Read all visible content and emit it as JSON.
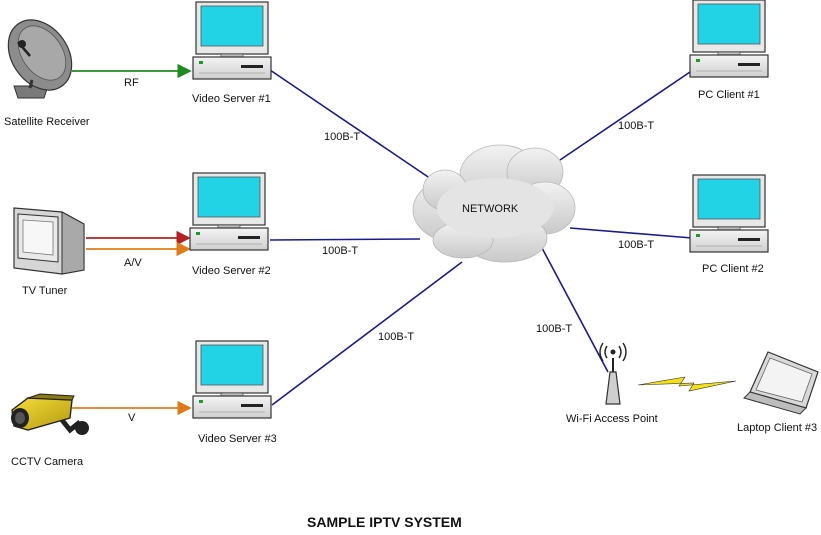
{
  "title": "SAMPLE IPTV SYSTEM",
  "network": {
    "label": "NETWORK"
  },
  "sources": {
    "satellite": "Satellite Receiver",
    "tv_tuner": "TV Tuner",
    "cctv": "CCTV Camera"
  },
  "servers": {
    "s1": "Video Server #1",
    "s2": "Video Server #2",
    "s3": "Video Server #3"
  },
  "clients": {
    "pc1": "PC Client #1",
    "pc2": "PC Client #2",
    "laptop3": "Laptop Client #3",
    "wifi_ap": "Wi-Fi Access Point"
  },
  "signals": {
    "rf": "RF",
    "av": "A/V",
    "v": "V"
  },
  "links": {
    "s1_net": "100B-T",
    "s2_net": "100B-T",
    "s3_net": "100B-T",
    "net_pc1": "100B-T",
    "net_pc2": "100B-T",
    "net_ap": "100B-T"
  },
  "colors": {
    "ethernet": "#1a1a8c",
    "rf_line": "#1f8a1f",
    "av_red": "#b22222",
    "av_orange": "#e07b1a",
    "screen": "#22d3e6"
  }
}
